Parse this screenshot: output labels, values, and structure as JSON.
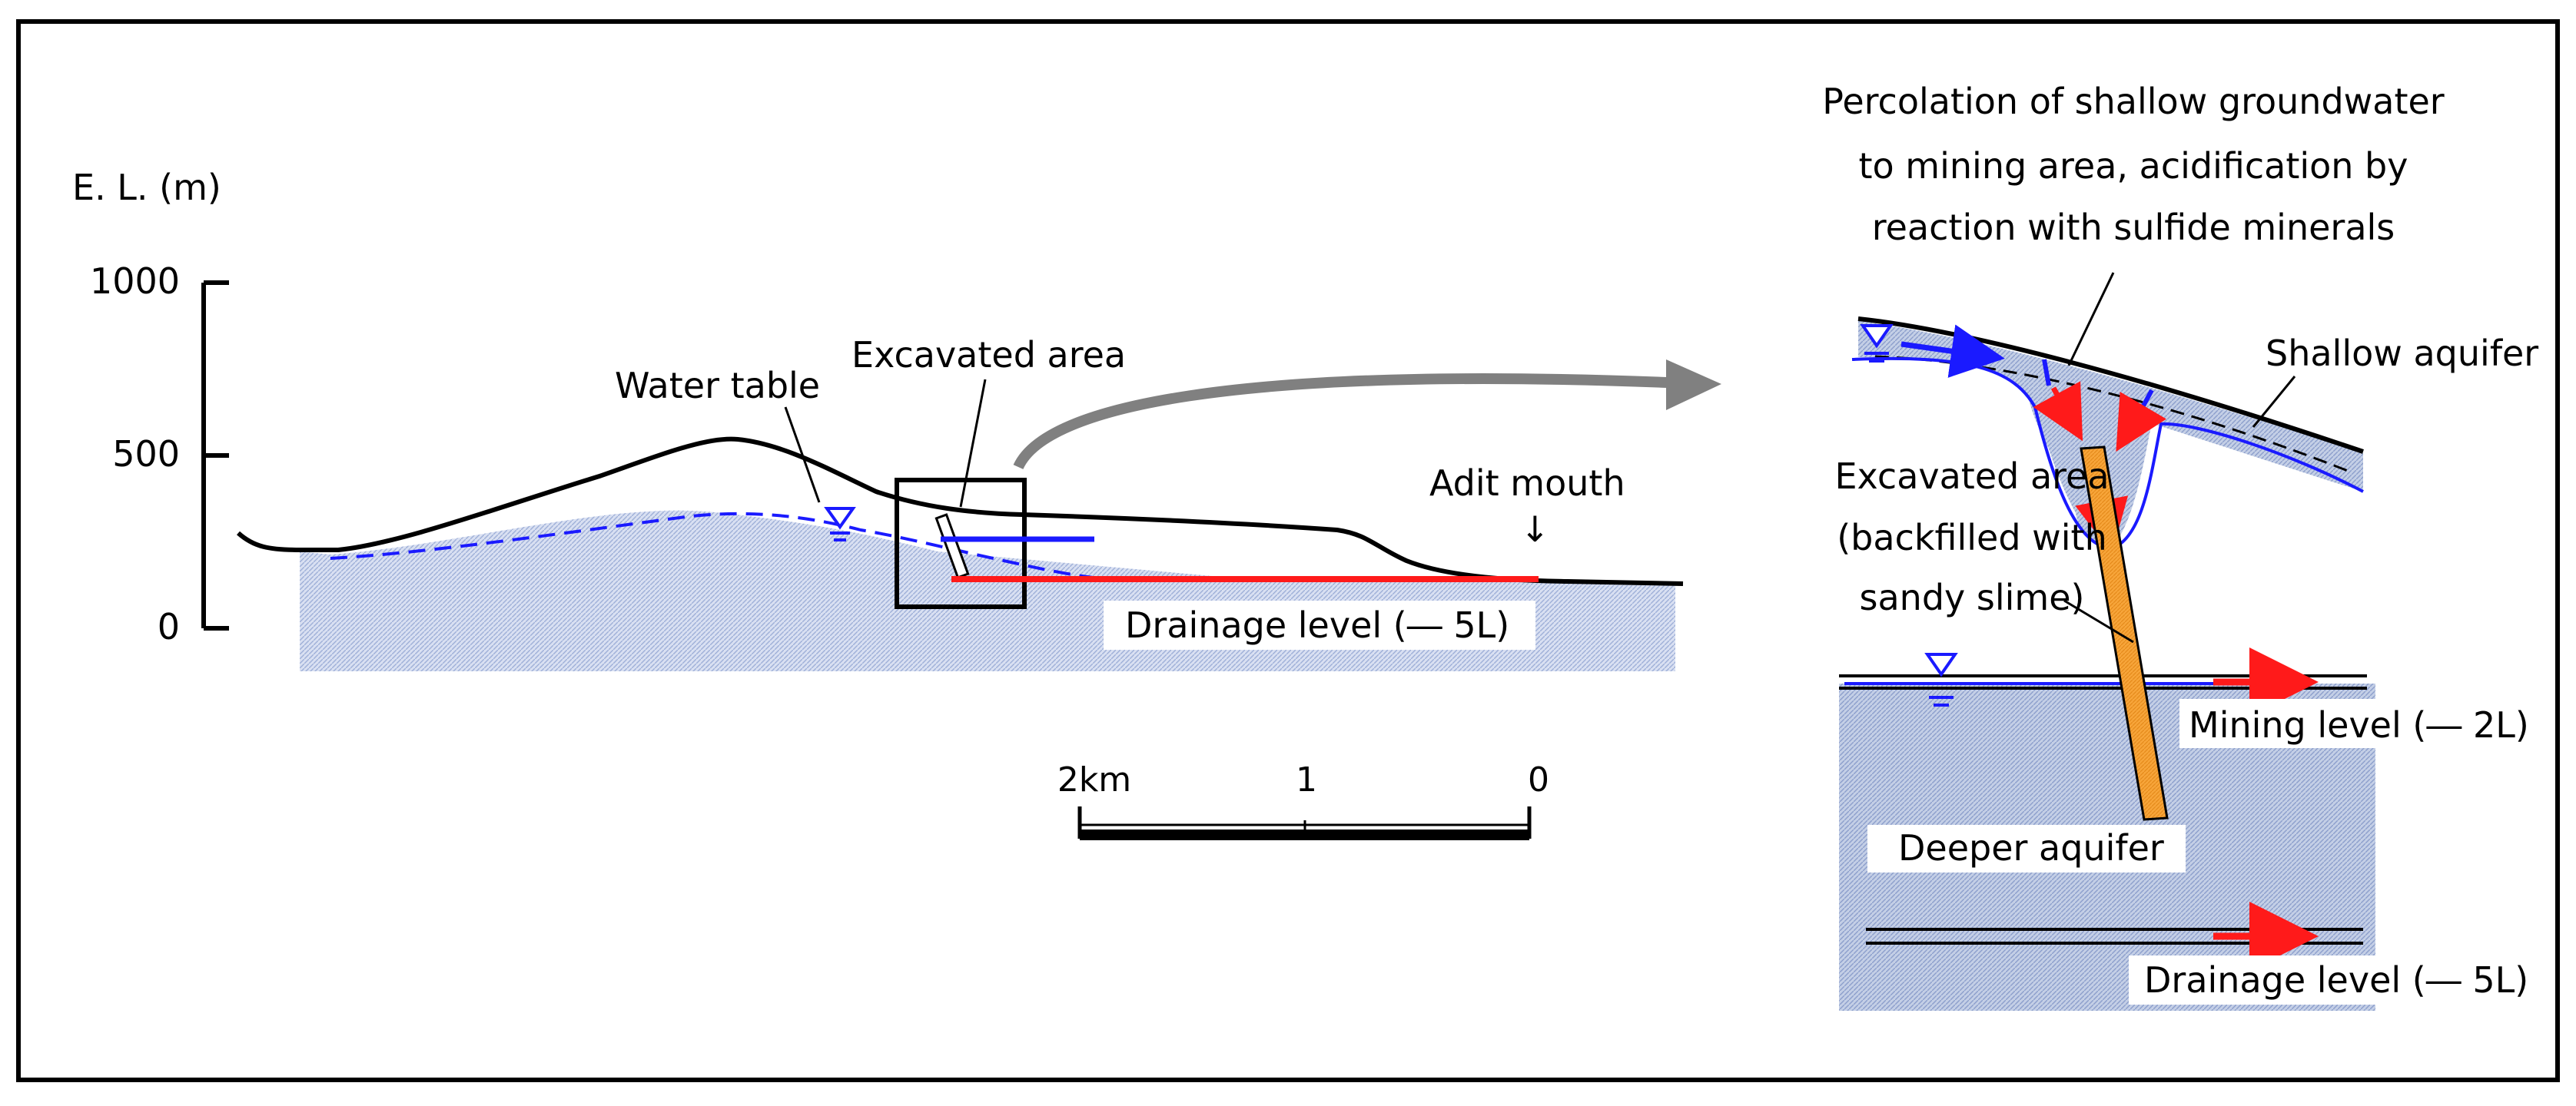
{
  "colors": {
    "frame": "#000000",
    "terrain_line": "#000000",
    "water_line": "#1a1aff",
    "water_fill": "#c9d3ec",
    "drainage_line": "#ff1a1a",
    "flow_arrow_red": "#ff1a1a",
    "flow_arrow_blue": "#1a1aff",
    "zoom_arrow": "#808080",
    "backfill": "#f5a23a"
  },
  "cross_section": {
    "axis_label": "E. L. (m)",
    "ticks": [
      {
        "value": 1000,
        "label": "1000"
      },
      {
        "value": 500,
        "label": "500"
      },
      {
        "value": 0,
        "label": "0"
      }
    ],
    "labels": {
      "water_table": "Water table",
      "excavated_area": "Excavated area",
      "adit_mouth": "Adit mouth",
      "adit_arrow": "↓",
      "drainage_level": "Drainage level (― 5L)"
    },
    "scale_bar": {
      "labels": [
        "2km",
        "1",
        "0"
      ]
    }
  },
  "detail": {
    "percolation_note": [
      "Percolation of shallow groundwater",
      "to mining area, acidification by",
      "reaction with sulfide minerals"
    ],
    "shallow_aquifer": "Shallow aquifer",
    "excavated_area": [
      "Excavated area",
      "(backfilled with",
      "sandy slime)"
    ],
    "mining_level": "Mining level (― 2L)",
    "deeper_aquifer": "Deeper aquifer",
    "drainage_level": "Drainage level (― 5L)"
  }
}
